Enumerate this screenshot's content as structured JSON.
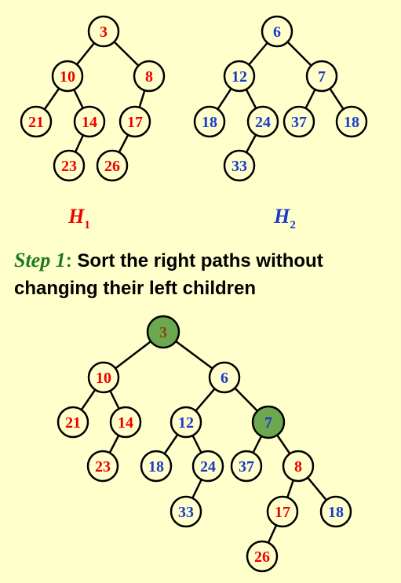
{
  "colors": {
    "background": "#FFFFCC",
    "h1": "#EE0000",
    "h2": "#1A3ACC",
    "highlight_fill": "#6BA84F",
    "root_text": "#8B4513",
    "step_green": "#1F7A1F",
    "edge": "#000000"
  },
  "labels": {
    "h1": {
      "main": "H",
      "sub": "1"
    },
    "h2": {
      "main": "H",
      "sub": "2"
    }
  },
  "step": {
    "prefix": "Step 1",
    "colon": ":",
    "text": " Sort the right paths without changing their left children"
  },
  "trees": {
    "h1": [
      {
        "key": "3",
        "color": "h1"
      },
      {
        "key": "10",
        "color": "h1"
      },
      {
        "key": "8",
        "color": "h1"
      },
      {
        "key": "21",
        "color": "h1"
      },
      {
        "key": "14",
        "color": "h1"
      },
      {
        "key": "17",
        "color": "h1"
      },
      {
        "key": "23",
        "color": "h1"
      },
      {
        "key": "26",
        "color": "h1"
      }
    ],
    "h2": [
      {
        "key": "6",
        "color": "h2"
      },
      {
        "key": "12",
        "color": "h2"
      },
      {
        "key": "7",
        "color": "h2"
      },
      {
        "key": "18",
        "color": "h2"
      },
      {
        "key": "24",
        "color": "h2"
      },
      {
        "key": "37",
        "color": "h2"
      },
      {
        "key": "18",
        "color": "h2"
      },
      {
        "key": "33",
        "color": "h2"
      }
    ],
    "merged": [
      {
        "key": "3",
        "color": "root",
        "highlight": true
      },
      {
        "key": "10",
        "color": "h1"
      },
      {
        "key": "6",
        "color": "h2"
      },
      {
        "key": "21",
        "color": "h1"
      },
      {
        "key": "14",
        "color": "h1"
      },
      {
        "key": "12",
        "color": "h2"
      },
      {
        "key": "7",
        "color": "h2",
        "highlight": true
      },
      {
        "key": "23",
        "color": "h1"
      },
      {
        "key": "18",
        "color": "h2"
      },
      {
        "key": "24",
        "color": "h2"
      },
      {
        "key": "37",
        "color": "h2"
      },
      {
        "key": "8",
        "color": "h1"
      },
      {
        "key": "33",
        "color": "h2"
      },
      {
        "key": "17",
        "color": "h1"
      },
      {
        "key": "18",
        "color": "h2"
      },
      {
        "key": "26",
        "color": "h1"
      }
    ]
  }
}
